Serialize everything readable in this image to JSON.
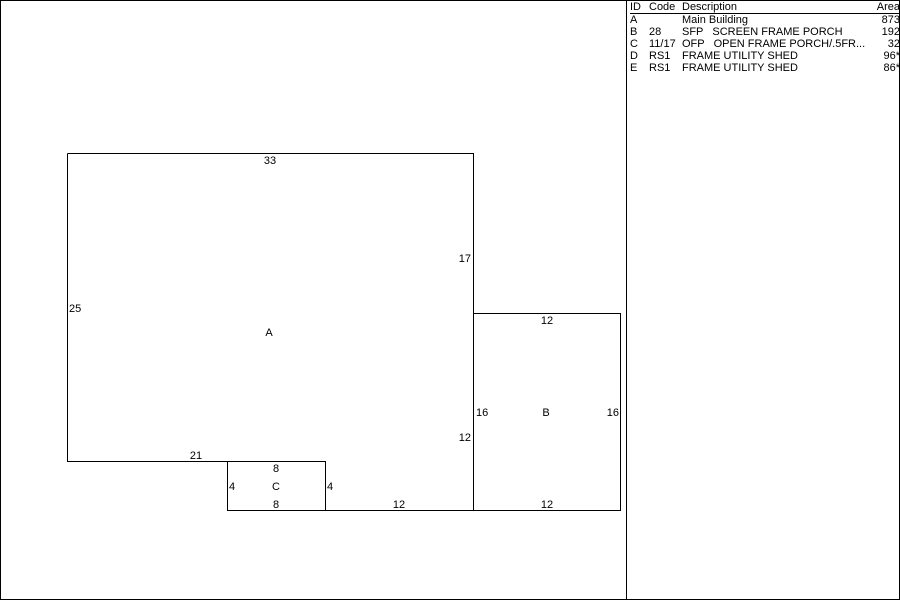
{
  "legend": {
    "headers": {
      "id": "ID",
      "code": "Code",
      "description": "Description",
      "area": "Area"
    },
    "rows": [
      {
        "id": "A",
        "code": "",
        "description": "Main Building",
        "area": "873"
      },
      {
        "id": "B",
        "code": "28",
        "description": "SFP   SCREEN FRAME PORCH",
        "area": "192"
      },
      {
        "id": "C",
        "code": "11/17",
        "description": "OFP   OPEN FRAME PORCH/.5FR...",
        "area": "32"
      },
      {
        "id": "D",
        "code": "RS1",
        "description": "FRAME UTILITY SHED",
        "area": "96*"
      },
      {
        "id": "E",
        "code": "RS1",
        "description": "FRAME UTILITY SHED",
        "area": "86*"
      }
    ]
  },
  "sketch": {
    "A": {
      "label": "A",
      "top": "33",
      "left": "25",
      "right_upper": "17",
      "right_lower": "12",
      "bottom": "21",
      "bottom_right": "12"
    },
    "B": {
      "label": "B",
      "top": "12",
      "left": "16",
      "right": "16",
      "bottom": "12"
    },
    "C": {
      "label": "C",
      "top": "8",
      "left": "4",
      "right": "4",
      "bottom": "8"
    }
  }
}
